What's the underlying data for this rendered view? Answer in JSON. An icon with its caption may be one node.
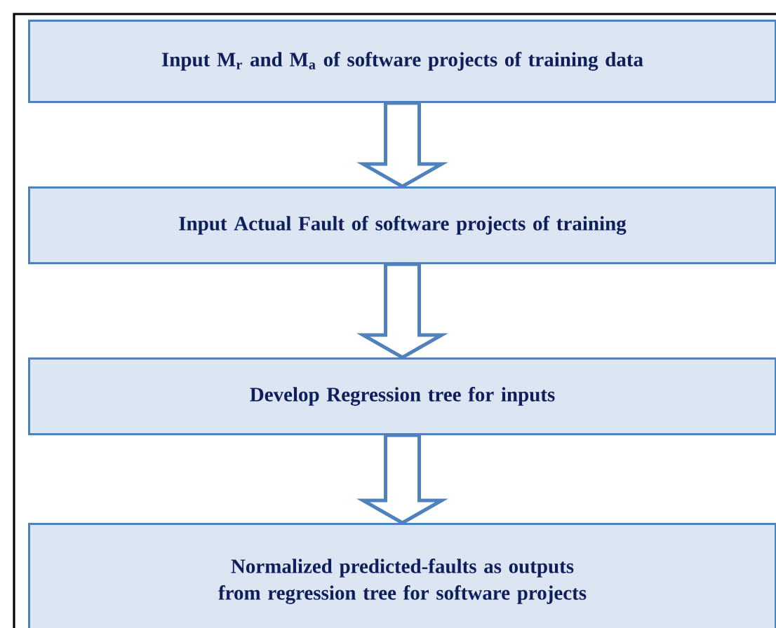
{
  "diagram": {
    "nodes": [
      {
        "text": [
          "Input M$_{r}$ and M$_{a}$ of software projects of training data"
        ]
      },
      {
        "text": [
          "Input Actual Fault of software projects of training"
        ]
      },
      {
        "text": [
          "Develop Regression tree for inputs"
        ]
      },
      {
        "text": [
          "Normalized predicted-faults as outputs from regression tree for software projects"
        ]
      }
    ],
    "edges": [
      {
        "from": 0,
        "to": 1,
        "arrow": "to"
      },
      {
        "from": 1,
        "to": 2,
        "arrow": "to"
      },
      {
        "from": 2,
        "to": 3,
        "arrow": "to"
      }
    ]
  }
}
